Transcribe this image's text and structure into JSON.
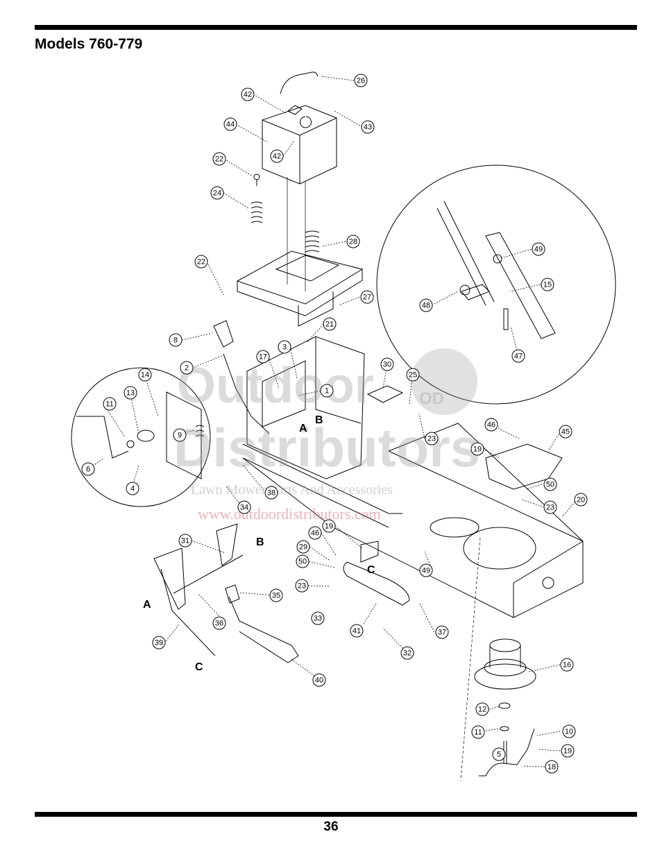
{
  "page": {
    "title": "Models 760-779",
    "page_number": "36"
  },
  "watermark": {
    "line1": "Outdoor",
    "line2": "Distributors",
    "tagline": "Lawn Mower Parts And Accessories",
    "url": "www.outdoordistributors.com",
    "badge": "OD"
  },
  "callouts": [
    "26",
    "42",
    "43",
    "44",
    "42",
    "22",
    "24",
    "28",
    "22",
    "27",
    "21",
    "8",
    "3",
    "17",
    "2",
    "1",
    "30",
    "25",
    "14",
    "13",
    "11",
    "9",
    "23",
    "6",
    "4",
    "34",
    "38",
    "46",
    "45",
    "19",
    "50",
    "23",
    "20",
    "49",
    "15",
    "48",
    "47",
    "31",
    "19",
    "46",
    "29",
    "50",
    "23",
    "33",
    "41",
    "37",
    "32",
    "49",
    "35",
    "36",
    "39",
    "40",
    "16",
    "12",
    "11",
    "10",
    "19",
    "5",
    "18"
  ],
  "letters": [
    "A",
    "B",
    "B",
    "A",
    "C",
    "C"
  ]
}
